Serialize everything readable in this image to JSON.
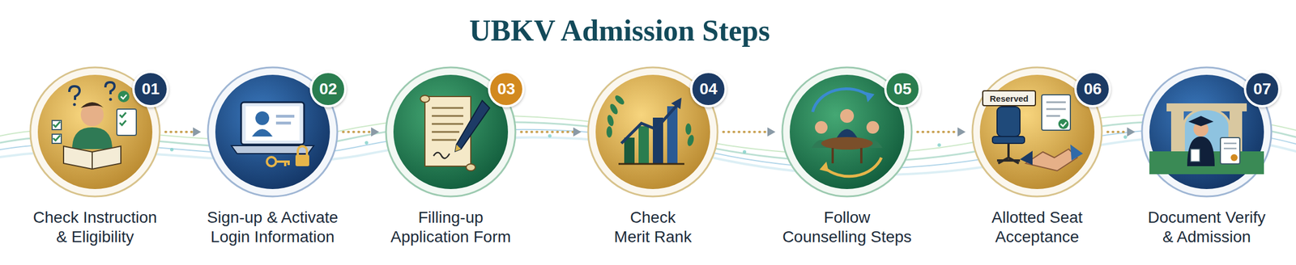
{
  "diagram": {
    "title": "UBKV Admission Steps",
    "nodes": [
      {
        "text": [
          "Check Instruction & Eligibility"
        ]
      },
      {
        "text": [
          "01"
        ],
        "in": 0
      },
      {
        "text": [
          "Sign-up & Activate Login Information"
        ]
      },
      {
        "text": [
          "02"
        ],
        "in": 2
      },
      {
        "text": [
          "Filling-up Application Form"
        ]
      },
      {
        "text": [
          "03"
        ],
        "in": 4
      },
      {
        "text": [
          "Check Merit Rank"
        ]
      },
      {
        "text": [
          "04"
        ],
        "in": 6
      },
      {
        "text": [
          "Follow Counselling Steps"
        ]
      },
      {
        "text": [
          "05"
        ],
        "in": 8
      },
      {
        "text": [
          "Allotted Seat Acceptance"
        ]
      },
      {
        "text": [
          "06"
        ],
        "in": 10
      },
      {
        "text": [
          "Document Verify & Admission"
        ]
      },
      {
        "text": [
          "07"
        ],
        "in": 12
      }
    ],
    "edges": [
      {
        "from": 0,
        "to": 2,
        "arrow": "to"
      },
      {
        "from": 2,
        "to": 4,
        "arrow": "to"
      },
      {
        "from": 4,
        "to": 6,
        "arrow": "to"
      },
      {
        "from": 6,
        "to": 8,
        "arrow": "to"
      },
      {
        "from": 8,
        "to": 10,
        "arrow": "to"
      },
      {
        "from": 10,
        "to": 12,
        "arrow": "to"
      }
    ],
    "labels": [
      "Reserved"
    ]
  }
}
